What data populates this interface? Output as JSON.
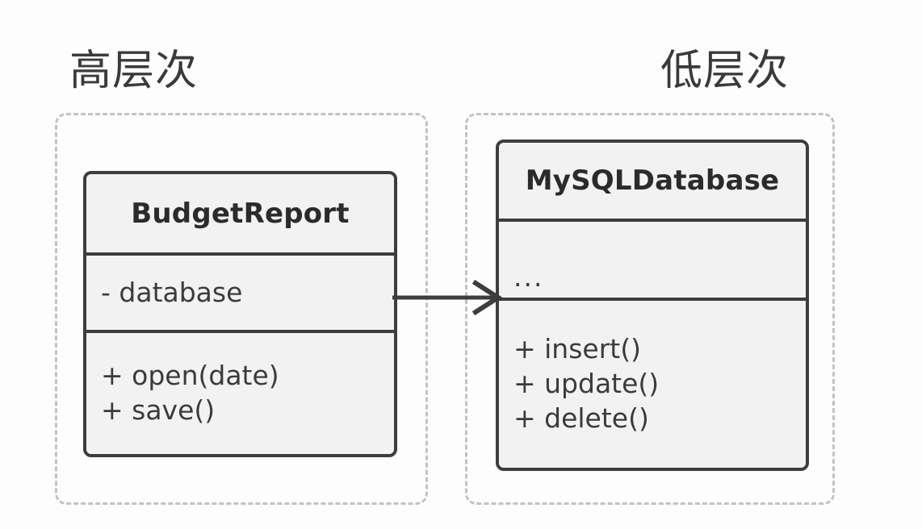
{
  "diagram": {
    "title": "UML class diagram - BudgetReport depends on MySQLDatabase",
    "background_color": "#fdfdfd",
    "line_color": "#3d3d3d",
    "box_fill": "#f2f2f2",
    "dashed_color": "#c2c2c2",
    "text_color": "#3b3b3b"
  },
  "layers": [
    {
      "id": "high",
      "label": "高层次"
    },
    {
      "id": "low",
      "label": "低层次"
    }
  ],
  "classes": [
    {
      "id": "budgetreport",
      "name": "BudgetReport",
      "attributes": [
        "- database"
      ],
      "operations": [
        "+ open(date)",
        "+ save()"
      ]
    },
    {
      "id": "mysqldatabase",
      "name": "MySQLDatabase",
      "attributes": [
        "..."
      ],
      "operations": [
        "+ insert()",
        "+ update()",
        "+ delete()"
      ]
    }
  ],
  "relationship": {
    "type": "association",
    "arrowhead": "open",
    "line_style": "solid",
    "source": "BudgetReport",
    "target": "MySQLDatabase",
    "label": ""
  }
}
